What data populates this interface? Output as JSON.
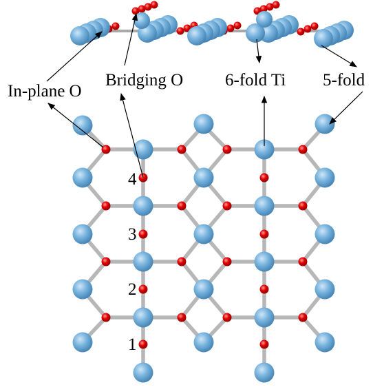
{
  "labels": {
    "in_plane_o": "In-plane O",
    "bridging_o": "Bridging O",
    "six_fold_ti": "6-fold Ti",
    "five_fold": "5-fold"
  },
  "site_numbers": [
    "1",
    "2",
    "3",
    "4"
  ],
  "colors": {
    "ti_atom": "#6aaad8",
    "ti_highlight": "#c9e3f5",
    "o_atom": "#e00000",
    "o_highlight": "#ff8a8a",
    "bond": "#b7b7b7",
    "arrow": "#000000"
  }
}
